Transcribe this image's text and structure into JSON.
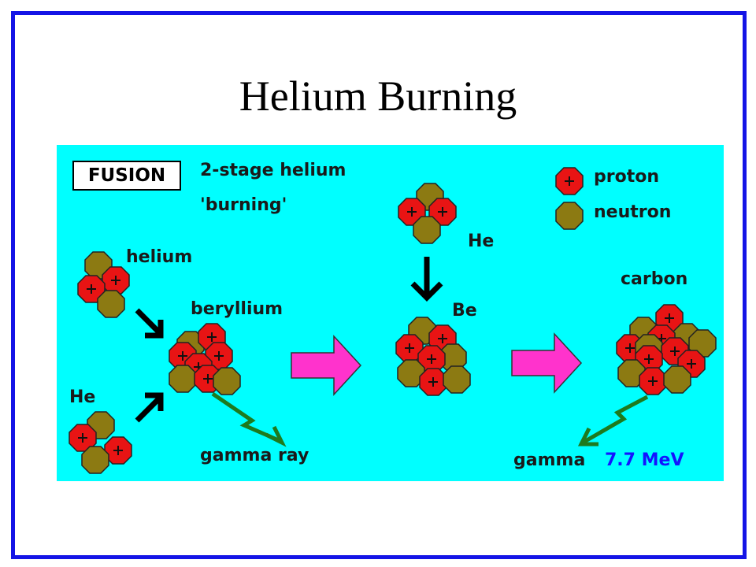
{
  "slide": {
    "title": "Helium Burning"
  },
  "diagram": {
    "fusion_label": "FUSION",
    "subtitle_line1": "2-stage helium",
    "subtitle_line2": "'burning'",
    "legend": {
      "proton_label": "proton",
      "neutron_label": "neutron"
    },
    "labels": {
      "helium": "helium",
      "he_left": "He",
      "beryllium": "beryllium",
      "gamma_ray": "gamma ray",
      "he_top": "He",
      "be": "Be",
      "carbon": "carbon",
      "gamma": "gamma",
      "energy": "7.7 MeV"
    },
    "colors": {
      "background": "#00ffff",
      "proton": "#e81414",
      "neutron": "#8c7a12",
      "arrow_fusion": "#ff33cc",
      "gamma_arrow": "#1e7a1e",
      "energy_text": "#1414ff",
      "frame": "#1414e6"
    }
  }
}
